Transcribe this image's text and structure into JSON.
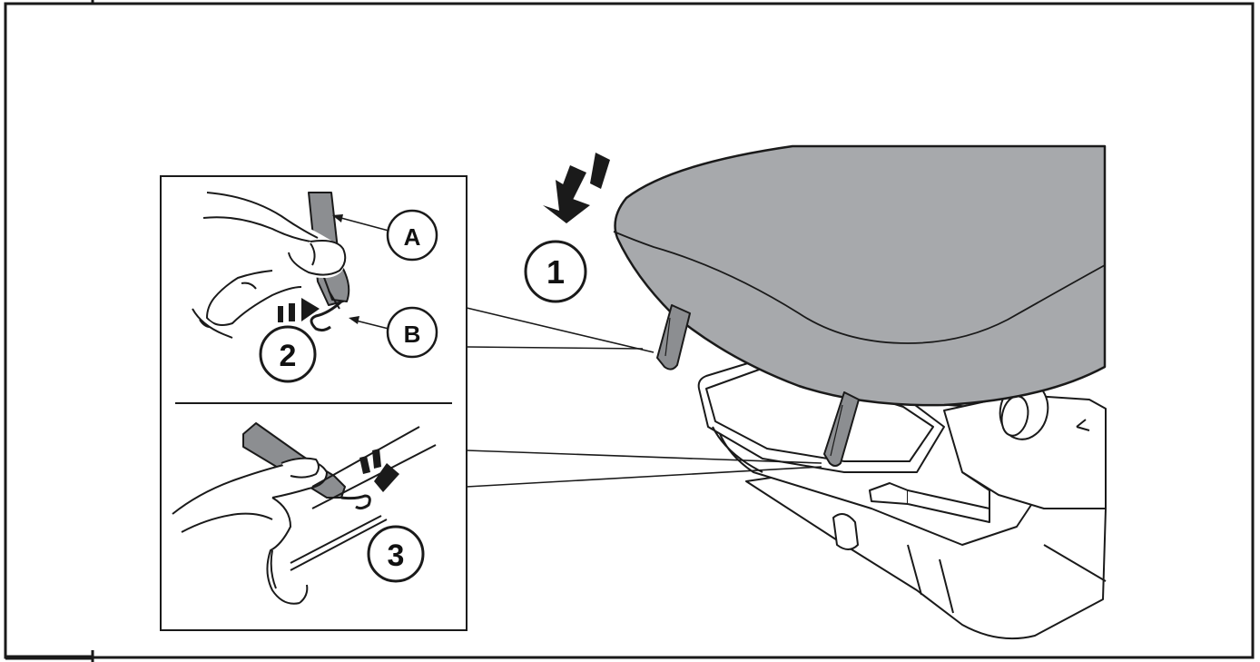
{
  "figure": {
    "step_markers": {
      "step1": "1",
      "step2": "2",
      "step3": "3"
    },
    "part_labels": {
      "a": "A",
      "b": "B"
    }
  },
  "colors": {
    "seat_fill": "#a7a9ac",
    "strap_fill": "#8c8e91",
    "line": "#1a1a1a",
    "background": "#ffffff"
  }
}
